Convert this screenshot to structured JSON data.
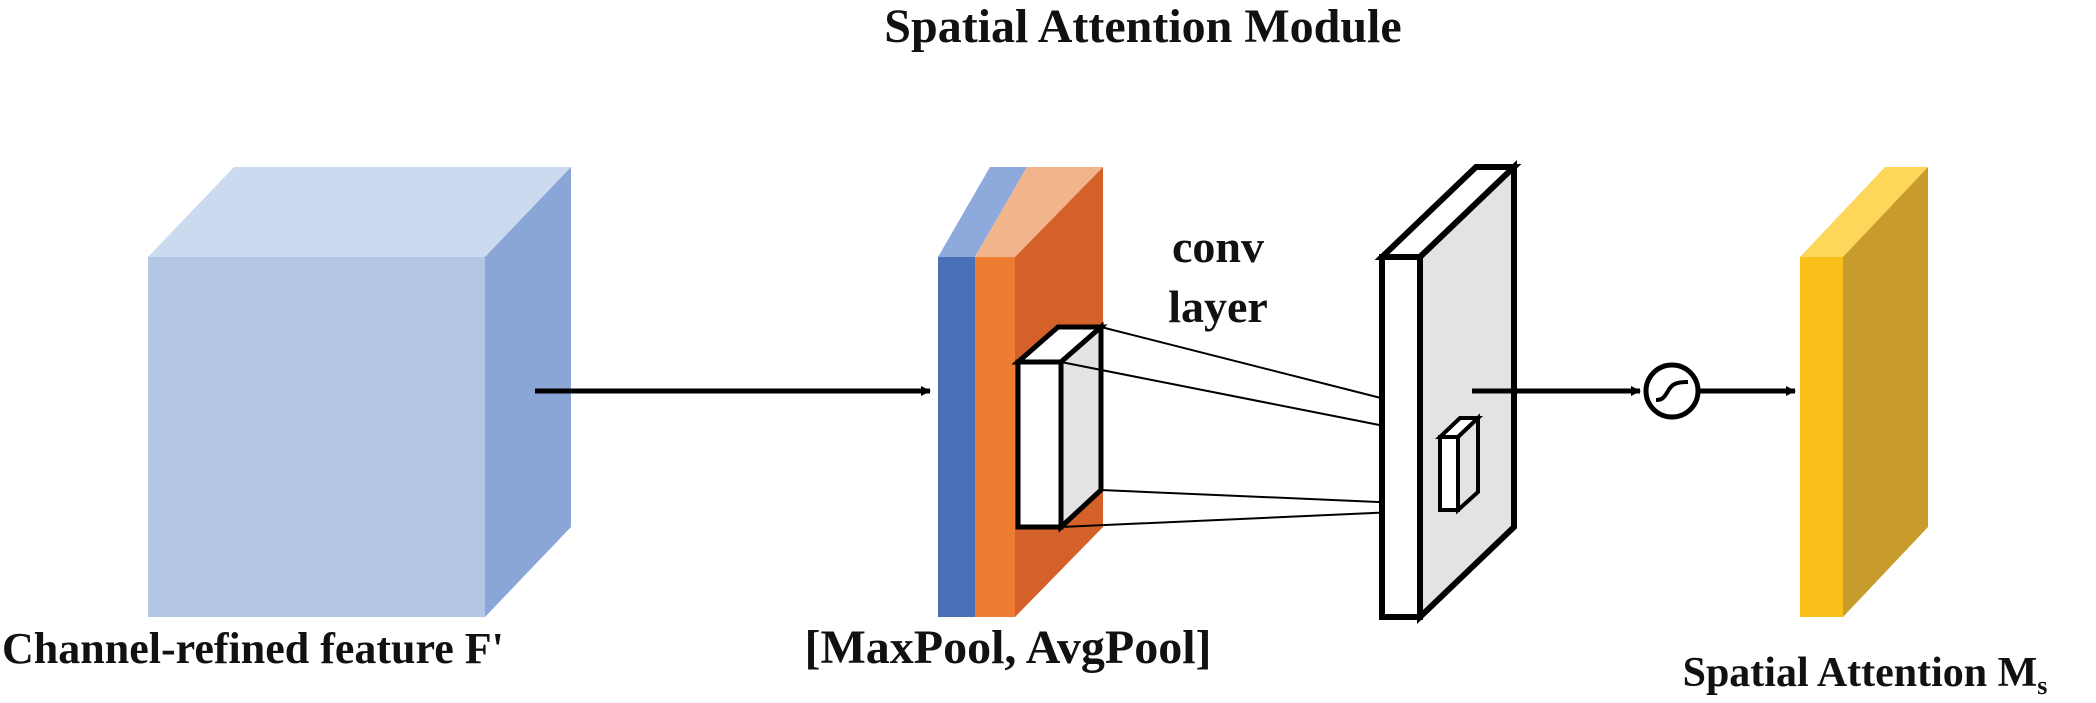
{
  "title": "Spatial Attention Module",
  "labels": {
    "input": "Channel-refined feature F'",
    "pooling": "[MaxPool, AvgPool]",
    "conv_line1": "conv",
    "conv_line2": "layer",
    "output_main": "Spatial Attention M",
    "output_sub": "s"
  },
  "colors": {
    "cube_front": "#b3c6e6",
    "cube_top": "#ccdaf0",
    "cube_side": "#8aa6d7",
    "maxpool_front": "#4a70b8",
    "maxpool_top": "#8eaadc",
    "avgpool_front": "#ee7d32",
    "avgpool_top": "#f2b58b",
    "avgpool_side": "#d4602a",
    "conv_face": "#e3e3e3",
    "output_front": "#fbbf1a",
    "output_top": "#fdd65a",
    "output_side": "#c89c2c",
    "stroke": "#000000"
  },
  "icons": {
    "sigmoid": "sigmoid-icon",
    "arrow": "arrow-icon"
  }
}
